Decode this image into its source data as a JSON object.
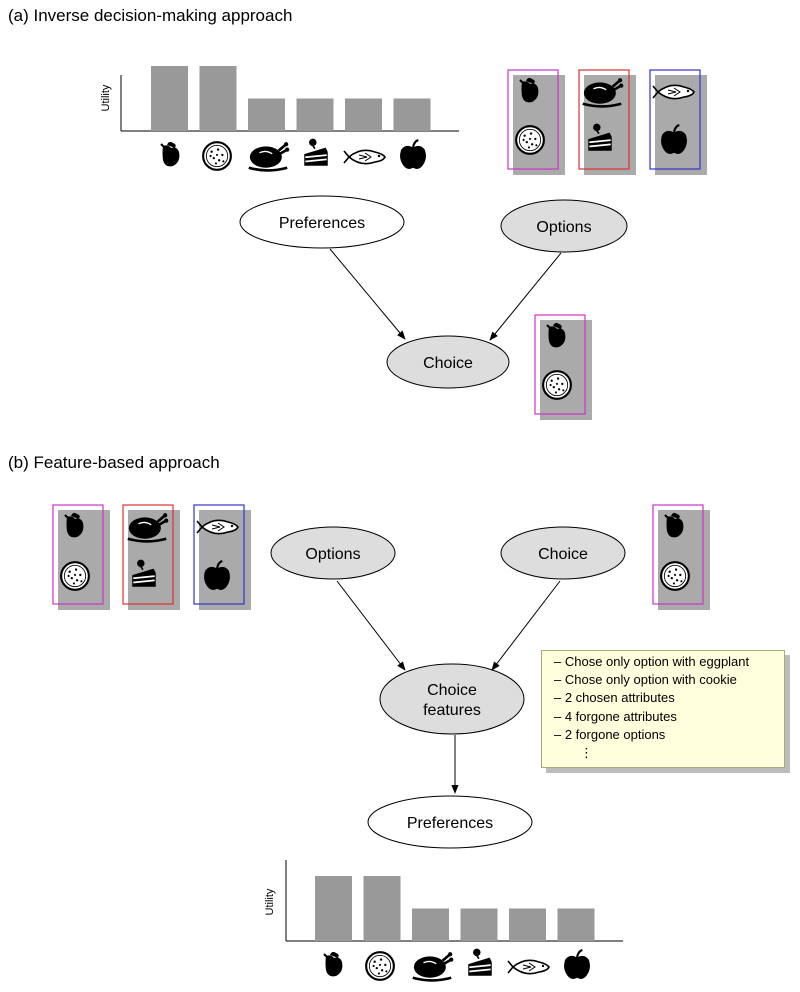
{
  "panel_a": {
    "title": "(a) Inverse decision-making approach",
    "utility_label": "Utility",
    "node_preferences": "Preferences",
    "node_options": "Options",
    "node_choice": "Choice"
  },
  "panel_b": {
    "title": "(b) Feature-based approach",
    "utility_label": "Utility",
    "node_options": "Options",
    "node_choice": "Choice",
    "node_features_line1": "Choice",
    "node_features_line2": "features",
    "node_preferences": "Preferences",
    "features_list": [
      "– Chose only option with eggplant",
      "– Chose only option with cookie",
      "– 2 chosen attributes",
      "– 4 forgone attributes",
      "– 2 forgone options",
      "⋮"
    ]
  },
  "chart_data": [
    {
      "type": "bar",
      "categories": [
        "eggplant",
        "cookie",
        "turkey",
        "cake",
        "fish",
        "apple"
      ],
      "values": [
        2,
        2,
        1,
        1,
        1,
        1
      ],
      "ylabel": "Utility",
      "ylim": [
        0,
        2.2
      ]
    },
    {
      "type": "bar",
      "categories": [
        "eggplant",
        "cookie",
        "turkey",
        "cake",
        "fish",
        "apple"
      ],
      "values": [
        2,
        2,
        1,
        1,
        1,
        1
      ],
      "ylabel": "Utility",
      "ylim": [
        0,
        2.2
      ]
    }
  ],
  "colors": {
    "bar": "#999999",
    "node_fill_gray": "#dddddd",
    "option_magenta": "#cc33cc",
    "option_red": "#dd3333",
    "option_blue": "#3333cc",
    "note_bg": "#ffffdd"
  },
  "icons": [
    "eggplant-icon",
    "cookie-icon",
    "turkey-icon",
    "cake-icon",
    "fish-icon",
    "apple-icon"
  ]
}
